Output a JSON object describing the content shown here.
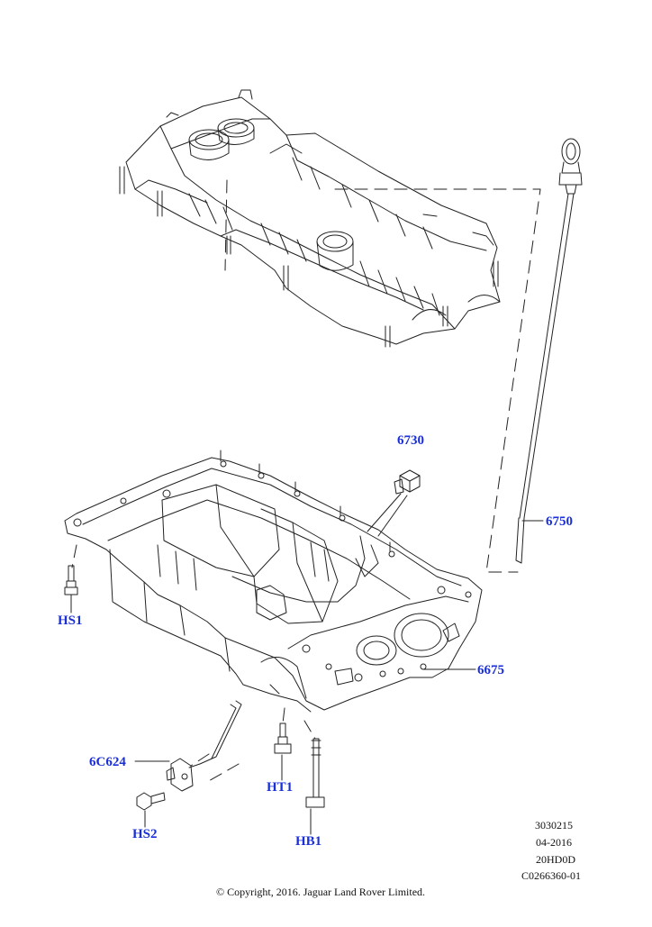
{
  "colors": {
    "callout": "#1a2fd8",
    "line": "#222222",
    "background": "#ffffff"
  },
  "callouts": {
    "dipstick": "6750",
    "filler_plug": "6730",
    "oil_pan": "6675",
    "sensor": "6C624",
    "bolt_hs1": "HS1",
    "bolt_hs2": "HS2",
    "bolt_ht1": "HT1",
    "bolt_hb1": "HB1"
  },
  "meta": {
    "line1": "3030215",
    "line2": "04-2016",
    "line3": "20HD0D",
    "line4": "C0266360-01"
  },
  "copyright": "© Copyright, 2016. Jaguar Land Rover Limited."
}
